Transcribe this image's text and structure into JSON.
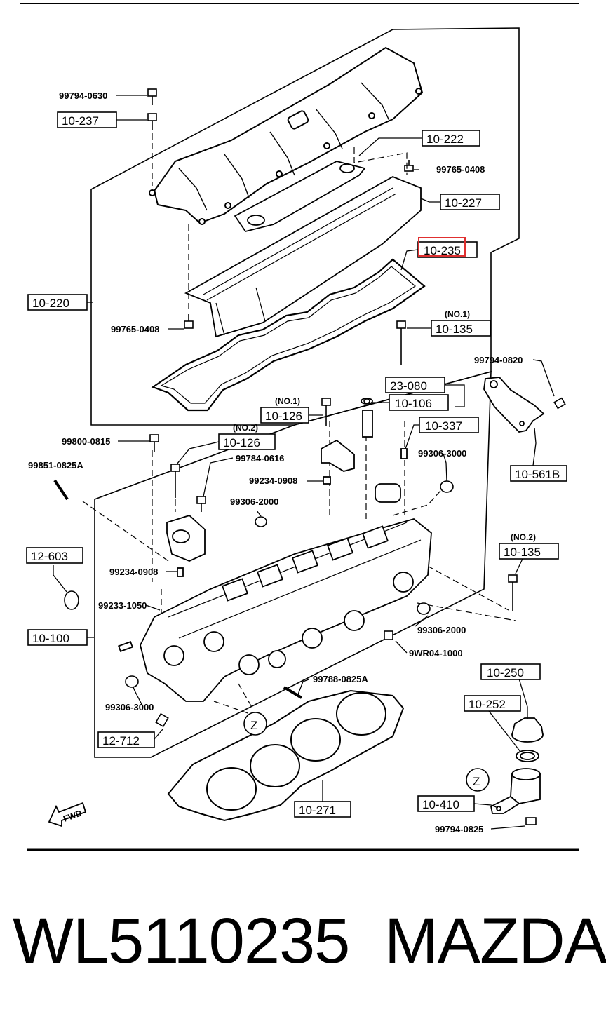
{
  "caption": {
    "part_code": "WL5110235",
    "brand": "MAZDA"
  },
  "highlight_color": "#e03030",
  "boxed_labels": {
    "l_10237": "10-237",
    "l_10222": "10-222",
    "l_10227": "10-227",
    "l_10235": "10-235",
    "l_10220": "10-220",
    "l_10135a": "10-135",
    "l_23080": "23-080",
    "l_10106": "10-106",
    "l_10126a": "10-126",
    "l_10337": "10-337",
    "l_10126b": "10-126",
    "l_10561b": "10-561B",
    "l_12603": "12-603",
    "l_10135b": "10-135",
    "l_10100": "10-100",
    "l_10250": "10-250",
    "l_10252": "10-252",
    "l_12712": "12-712",
    "l_10410": "10-410",
    "l_10271": "10-271"
  },
  "part_numbers": {
    "p_0630": "99794-0630",
    "p_0408a": "99765-0408",
    "p_0408b": "99765-0408",
    "p_0820": "99794-0820",
    "p_0815": "99800-0815",
    "p_0616": "99784-0616",
    "p_0825a": "99851-0825A",
    "p_3000a": "99306-3000",
    "p_0908a": "99234-0908",
    "p_2000a": "99306-2000",
    "p_0908b": "99234-0908",
    "p_1050": "99233-1050",
    "p_2000b": "99306-2000",
    "p_1000": "9WR04-1000",
    "p_0825b": "99788-0825A",
    "p_3000b": "99306-3000",
    "p_0825c": "99794-0825"
  },
  "notes": {
    "no1a": "(NO.1)",
    "no1b": "(NO.1)",
    "no2a": "(NO.2)",
    "no2b": "(NO.2)",
    "z1": "Z",
    "z2": "Z",
    "fwd": "FWD"
  }
}
